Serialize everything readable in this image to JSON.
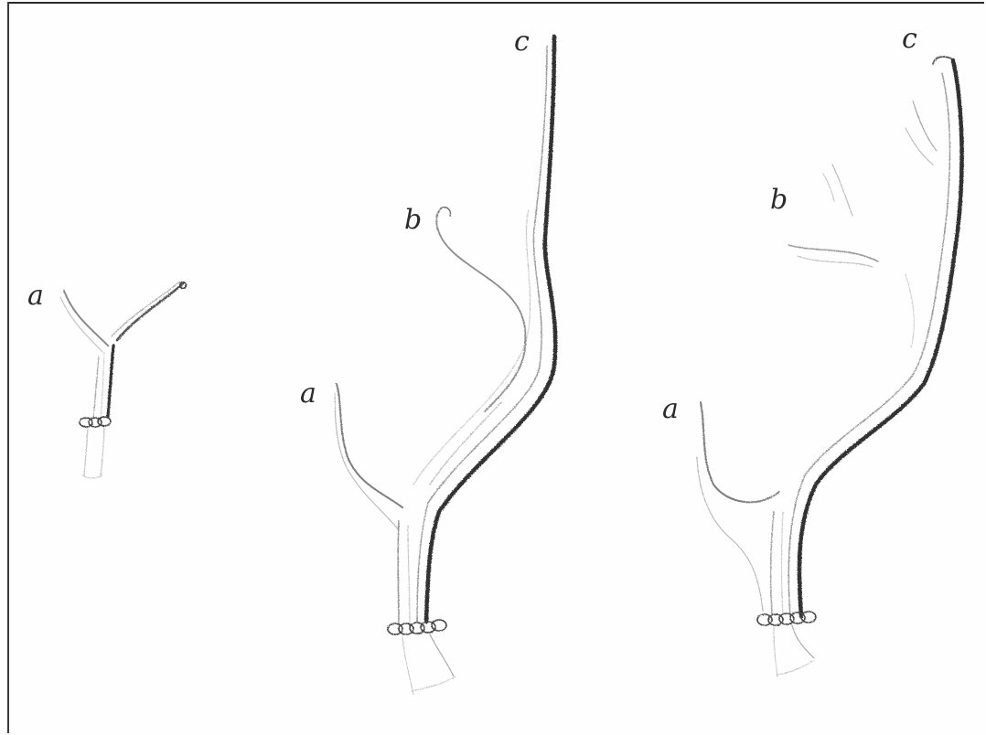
{
  "figures": [
    {
      "id": "fig-small",
      "labels": {
        "a": "a"
      }
    },
    {
      "id": "fig-middle",
      "labels": {
        "a": "a",
        "b": "b",
        "c": "c"
      }
    },
    {
      "id": "fig-right",
      "labels": {
        "a": "a",
        "b": "b",
        "c": "c"
      }
    }
  ],
  "colors": {
    "ink": "#2b2b2b",
    "shade": "#9a9a9a",
    "paper": "#fefefe"
  }
}
